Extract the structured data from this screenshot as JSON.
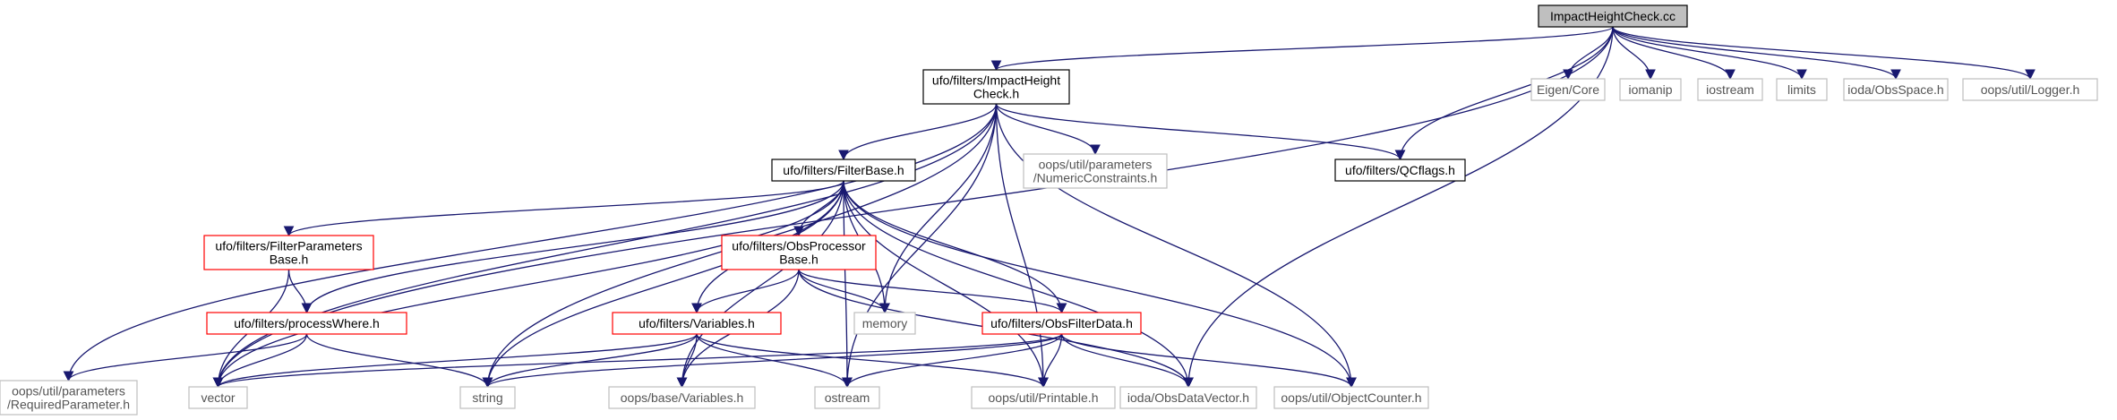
{
  "nodes": [
    {
      "id": "root",
      "lines": [
        "ImpactHeightCheck.cc"
      ],
      "style": "root"
    },
    {
      "id": "ihc_h",
      "lines": [
        "ufo/filters/ImpactHeight",
        "Check.h"
      ],
      "style": "normal"
    },
    {
      "id": "eigen",
      "lines": [
        "Eigen/Core"
      ],
      "style": "external"
    },
    {
      "id": "iomanip",
      "lines": [
        "iomanip"
      ],
      "style": "external"
    },
    {
      "id": "iostream",
      "lines": [
        "iostream"
      ],
      "style": "external"
    },
    {
      "id": "limits",
      "lines": [
        "limits"
      ],
      "style": "external"
    },
    {
      "id": "obsspace",
      "lines": [
        "ioda/ObsSpace.h"
      ],
      "style": "external"
    },
    {
      "id": "logger",
      "lines": [
        "oops/util/Logger.h"
      ],
      "style": "external"
    },
    {
      "id": "filterbase",
      "lines": [
        "ufo/filters/FilterBase.h"
      ],
      "style": "normal"
    },
    {
      "id": "numcons",
      "lines": [
        "oops/util/parameters",
        "/NumericConstraints.h"
      ],
      "style": "external"
    },
    {
      "id": "qcflags",
      "lines": [
        "ufo/filters/QCflags.h"
      ],
      "style": "normal"
    },
    {
      "id": "fpbase",
      "lines": [
        "ufo/filters/FilterParameters",
        "Base.h"
      ],
      "style": "truncated"
    },
    {
      "id": "opbase",
      "lines": [
        "ufo/filters/ObsProcessor",
        "Base.h"
      ],
      "style": "truncated"
    },
    {
      "id": "processwhere",
      "lines": [
        "ufo/filters/processWhere.h"
      ],
      "style": "truncated"
    },
    {
      "id": "variables",
      "lines": [
        "ufo/filters/Variables.h"
      ],
      "style": "truncated"
    },
    {
      "id": "memory",
      "lines": [
        "memory"
      ],
      "style": "external"
    },
    {
      "id": "obsfilterdata",
      "lines": [
        "ufo/filters/ObsFilterData.h"
      ],
      "style": "truncated"
    },
    {
      "id": "reqparam",
      "lines": [
        "oops/util/parameters",
        "/RequiredParameter.h"
      ],
      "style": "external"
    },
    {
      "id": "vector",
      "lines": [
        "vector"
      ],
      "style": "external"
    },
    {
      "id": "string",
      "lines": [
        "string"
      ],
      "style": "external"
    },
    {
      "id": "basevars",
      "lines": [
        "oops/base/Variables.h"
      ],
      "style": "external"
    },
    {
      "id": "ostream",
      "lines": [
        "ostream"
      ],
      "style": "external"
    },
    {
      "id": "printable",
      "lines": [
        "oops/util/Printable.h"
      ],
      "style": "external"
    },
    {
      "id": "obsdatavector",
      "lines": [
        "ioda/ObsDataVector.h"
      ],
      "style": "external"
    },
    {
      "id": "objcounter",
      "lines": [
        "oops/util/ObjectCounter.h"
      ],
      "style": "external"
    }
  ],
  "edges": [
    [
      "root",
      "ihc_h"
    ],
    [
      "root",
      "eigen"
    ],
    [
      "root",
      "iomanip"
    ],
    [
      "root",
      "iostream"
    ],
    [
      "root",
      "limits"
    ],
    [
      "root",
      "obsspace"
    ],
    [
      "root",
      "logger"
    ],
    [
      "root",
      "qcflags"
    ],
    [
      "root",
      "vector"
    ],
    [
      "root",
      "obsdatavector"
    ],
    [
      "ihc_h",
      "filterbase"
    ],
    [
      "ihc_h",
      "numcons"
    ],
    [
      "ihc_h",
      "qcflags"
    ],
    [
      "ihc_h",
      "memory"
    ],
    [
      "ihc_h",
      "string"
    ],
    [
      "ihc_h",
      "vector"
    ],
    [
      "ihc_h",
      "reqparam"
    ],
    [
      "ihc_h",
      "ostream"
    ],
    [
      "ihc_h",
      "printable"
    ],
    [
      "ihc_h",
      "objcounter"
    ],
    [
      "filterbase",
      "fpbase"
    ],
    [
      "filterbase",
      "opbase"
    ],
    [
      "filterbase",
      "processwhere"
    ],
    [
      "filterbase",
      "variables"
    ],
    [
      "filterbase",
      "memory"
    ],
    [
      "filterbase",
      "obsfilterdata"
    ],
    [
      "filterbase",
      "vector"
    ],
    [
      "filterbase",
      "string"
    ],
    [
      "filterbase",
      "basevars"
    ],
    [
      "filterbase",
      "ostream"
    ],
    [
      "filterbase",
      "printable"
    ],
    [
      "filterbase",
      "obsdatavector"
    ],
    [
      "filterbase",
      "objcounter"
    ],
    [
      "fpbase",
      "processwhere"
    ],
    [
      "fpbase",
      "vector"
    ],
    [
      "opbase",
      "variables"
    ],
    [
      "opbase",
      "memory"
    ],
    [
      "opbase",
      "obsfilterdata"
    ],
    [
      "opbase",
      "basevars"
    ],
    [
      "opbase",
      "obsdatavector"
    ],
    [
      "processwhere",
      "reqparam"
    ],
    [
      "processwhere",
      "vector"
    ],
    [
      "processwhere",
      "string"
    ],
    [
      "variables",
      "vector"
    ],
    [
      "variables",
      "string"
    ],
    [
      "variables",
      "basevars"
    ],
    [
      "variables",
      "ostream"
    ],
    [
      "variables",
      "printable"
    ],
    [
      "obsfilterdata",
      "vector"
    ],
    [
      "obsfilterdata",
      "string"
    ],
    [
      "obsfilterdata",
      "ostream"
    ],
    [
      "obsfilterdata",
      "printable"
    ],
    [
      "obsfilterdata",
      "obsdatavector"
    ],
    [
      "obsfilterdata",
      "objcounter"
    ]
  ],
  "colors": {
    "edge": "#191970",
    "root_fill": "#bfbfbf",
    "normal_border": "#000000",
    "external_border": "#bfbfbf",
    "truncated_border": "#ff0000",
    "external_text": "#555555"
  }
}
